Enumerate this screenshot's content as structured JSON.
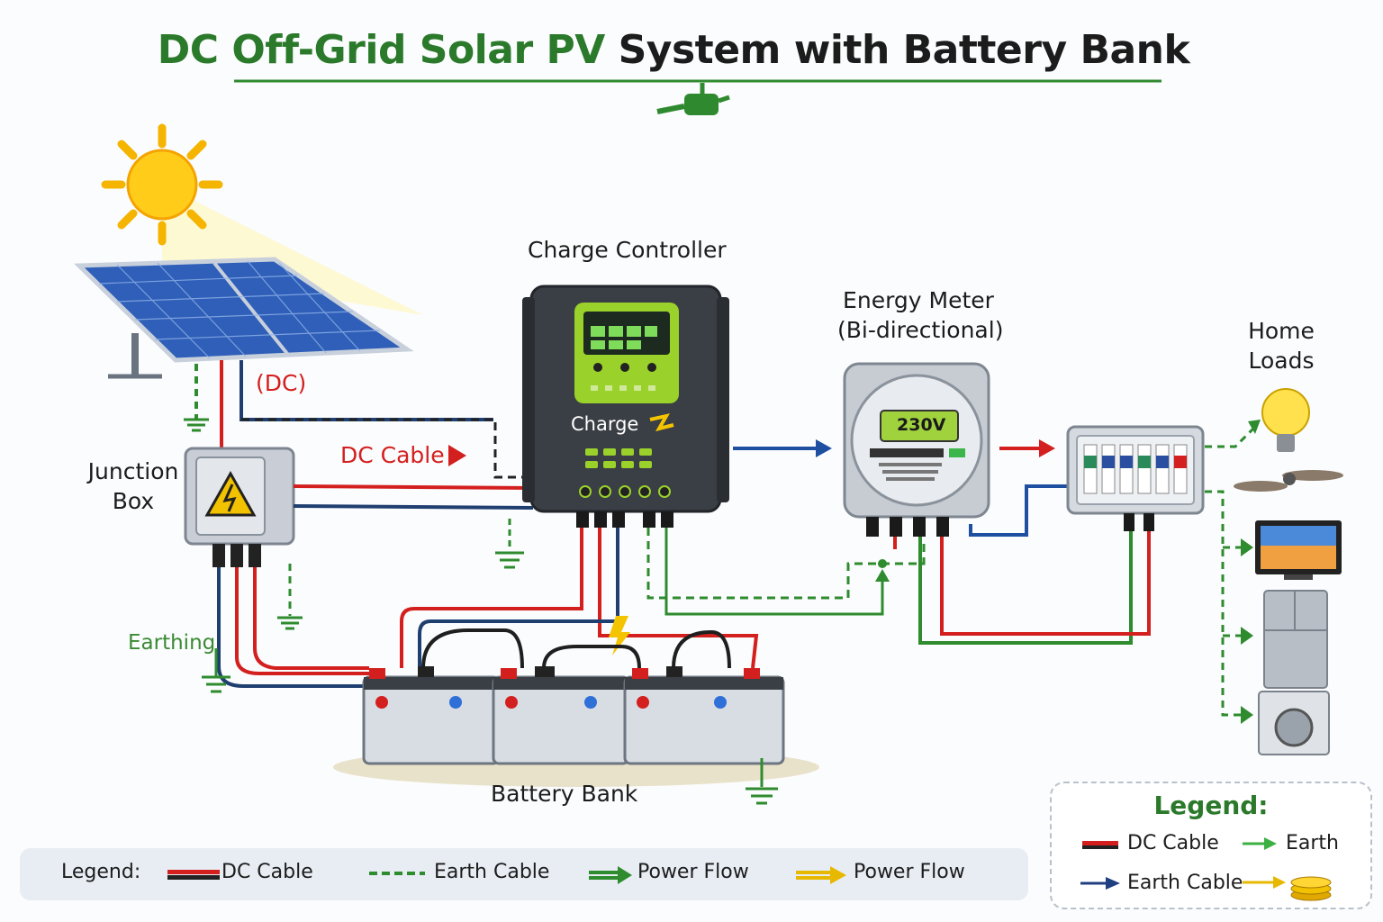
{
  "title": {
    "part1": "DC Off-Grid Solar PV",
    "part2": "System with Battery Bank"
  },
  "labels": {
    "charge_controller": "Charge Controller",
    "energy_meter_line1": "Energy Meter",
    "energy_meter_line2": "(Bi-directional)",
    "home_loads_line1": "Home",
    "home_loads_line2": "Loads",
    "junction_box_line1": "Junction",
    "junction_box_line2": "Box",
    "dc_tag": "(DC)",
    "dc_cable": "DC Cable",
    "earthing": "Earthing",
    "battery_bank": "Battery Bank",
    "controller_screen_text": "Charge",
    "meter_display": "230V"
  },
  "legend_bottom": {
    "title": "Legend:",
    "items": [
      "DC Cable",
      "Earth Cable",
      "Power Flow",
      "Power Flow"
    ]
  },
  "legend_right": {
    "title": "Legend:",
    "items": [
      "DC Cable",
      "Earth",
      "Earth Cable"
    ]
  },
  "colors": {
    "dc_red": "#d3201f",
    "earth_green": "#2e8b2e",
    "flow_blue": "#1f4fa0",
    "flow_yellow": "#e6b800",
    "title_green": "#2b7a2b"
  }
}
